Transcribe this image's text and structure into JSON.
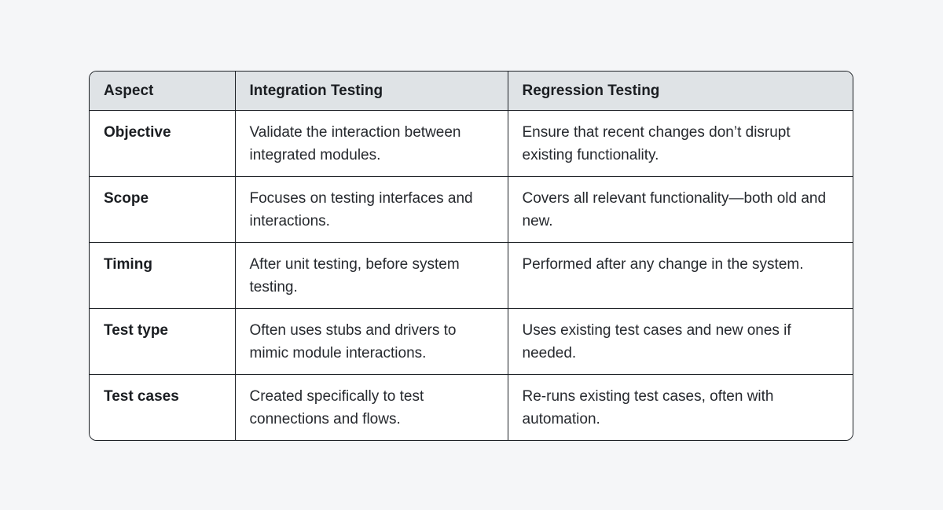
{
  "colors": {
    "page-bg": "#f5f6f8",
    "table-bg": "#ffffff",
    "header-bg": "#dfe3e6",
    "border-color": "#1d2126",
    "text-strong": "#1a1d21",
    "text-body": "#26292e"
  },
  "table": {
    "columns": [
      "Aspect",
      "Integration Testing",
      "Regression Testing"
    ],
    "column_keys": [
      "aspect",
      "integration-testing",
      "regression-testing"
    ],
    "rows": [
      [
        "Objective",
        "Validate the interaction between integrated modules.",
        "Ensure that recent changes don’t disrupt existing functionality."
      ],
      [
        "Scope",
        "Focuses on testing interfaces and interactions.",
        "Covers all relevant functionality—both old and new."
      ],
      [
        "Timing",
        "After unit testing, before system testing.",
        "Performed after any change in the system."
      ],
      [
        "Test type",
        "Often uses stubs and drivers to mimic module interactions.",
        "Uses existing test cases and new ones if needed."
      ],
      [
        "Test cases",
        "Created specifically to test connections and flows.",
        "Re-runs existing test cases, often with automation."
      ]
    ]
  },
  "chart_data": {
    "type": "table",
    "columns": [
      "Aspect",
      "Integration Testing",
      "Regression Testing"
    ],
    "rows": [
      [
        "Objective",
        "Validate the interaction between integrated modules.",
        "Ensure that recent changes don’t disrupt existing functionality."
      ],
      [
        "Scope",
        "Focuses on testing interfaces and interactions.",
        "Covers all relevant functionality—both old and new."
      ],
      [
        "Timing",
        "After unit testing, before system testing.",
        "Performed after any change in the system."
      ],
      [
        "Test type",
        "Often uses stubs and drivers to mimic module interactions.",
        "Uses existing test cases and new ones if needed."
      ],
      [
        "Test cases",
        "Created specifically to test connections and flows.",
        "Re-runs existing test cases, often with automation."
      ]
    ]
  }
}
